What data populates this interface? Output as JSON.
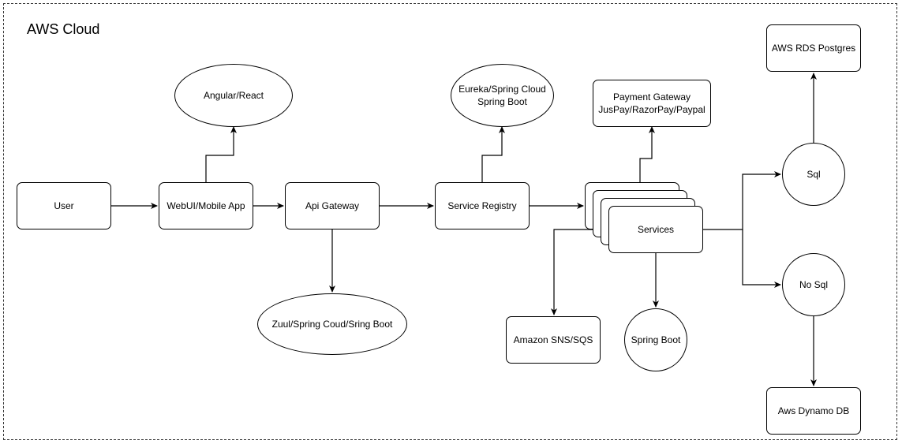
{
  "diagram": {
    "region_title": "AWS Cloud",
    "nodes": {
      "user": "User",
      "webui": "WebUI/Mobile App",
      "angular": "Angular/React",
      "api_gateway": "Api Gateway",
      "zuul": "Zuul/Spring Coud/Sring Boot",
      "service_registry": "Service Registry",
      "eureka": "Eureka/Spring Cloud\nSpring Boot",
      "payment": "Payment Gateway\nJusPay/RazorPay/Paypal",
      "services": "Services",
      "sns": "Amazon SNS/SQS",
      "spring_boot": "Spring Boot",
      "sql": "Sql",
      "nosql": "No Sql",
      "rds": "AWS RDS Postgres",
      "dynamo": "Aws Dynamo DB"
    },
    "edges": [
      {
        "from": "user",
        "to": "webui"
      },
      {
        "from": "webui",
        "to": "angular"
      },
      {
        "from": "webui",
        "to": "api_gateway"
      },
      {
        "from": "api_gateway",
        "to": "zuul"
      },
      {
        "from": "api_gateway",
        "to": "service_registry"
      },
      {
        "from": "service_registry",
        "to": "eureka"
      },
      {
        "from": "service_registry",
        "to": "services"
      },
      {
        "from": "services",
        "to": "payment"
      },
      {
        "from": "services",
        "to": "sns"
      },
      {
        "from": "services",
        "to": "spring_boot"
      },
      {
        "from": "services",
        "to": "sql"
      },
      {
        "from": "services",
        "to": "nosql"
      },
      {
        "from": "sql",
        "to": "rds"
      },
      {
        "from": "nosql",
        "to": "dynamo"
      }
    ]
  }
}
